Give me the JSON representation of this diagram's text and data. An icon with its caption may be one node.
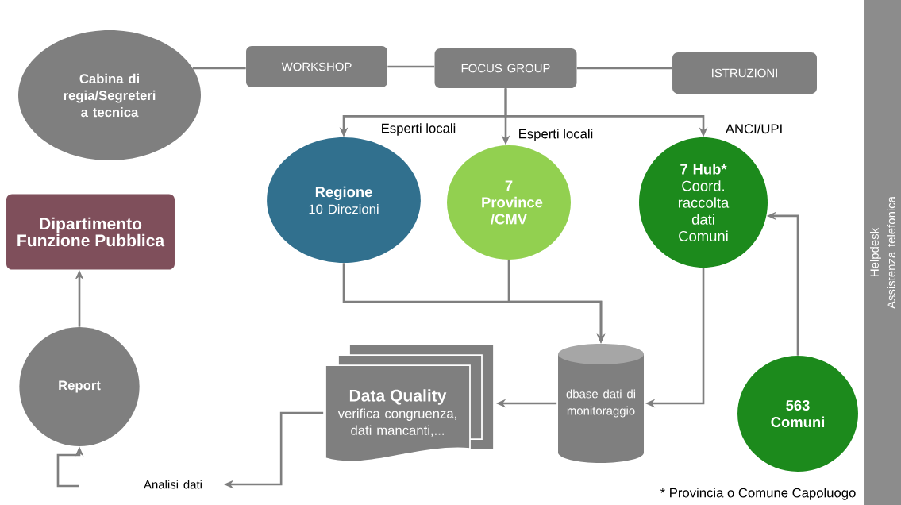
{
  "diagram": {
    "nodes": [
      {
        "text": [
          "Cabina di regia/Segreteri a tecnica"
        ]
      },
      {
        "text": [
          "WORKSHOP"
        ]
      },
      {
        "text": [
          "FOCUS GROUP"
        ]
      },
      {
        "text": [
          "ISTRUZIONI"
        ]
      },
      {
        "text": [
          "Regione",
          "10 Direzioni"
        ]
      },
      {
        "text": [
          "7 Province /CMV"
        ]
      },
      {
        "text": [
          "7 Hub*",
          "Coord. raccolta dati Comuni"
        ]
      },
      {
        "text": [
          "Dipartimento Funzione Pubblica"
        ]
      },
      {
        "text": [
          "Report"
        ]
      },
      {
        "text": [
          "Data Quality",
          "verifica congruenza, dati mancanti,..."
        ]
      },
      {
        "text": [
          "dbase dati di monitoraggio"
        ]
      },
      {
        "text": [
          "563 Comuni"
        ]
      },
      {
        "text": [
          "Helpdesk",
          "Assistenza telefonica"
        ]
      },
      {
        "text": [
          "Analisi dati"
        ]
      }
    ],
    "edges": [
      {
        "from": 0,
        "to": 1,
        "arrow": "none"
      },
      {
        "from": 1,
        "to": 2,
        "arrow": "none"
      },
      {
        "from": 2,
        "to": 3,
        "arrow": "none"
      },
      {
        "from": 2,
        "to": 4,
        "arrow": "to",
        "label": "Esperti locali"
      },
      {
        "from": 2,
        "to": 5,
        "arrow": "to",
        "label": "Esperti locali"
      },
      {
        "from": 2,
        "to": 6,
        "arrow": "to",
        "label": "ANCI/UPI"
      },
      {
        "from": 4,
        "to": 10,
        "arrow": "to"
      },
      {
        "from": 5,
        "to": 10,
        "arrow": "to"
      },
      {
        "from": 6,
        "to": 10,
        "arrow": "to"
      },
      {
        "from": 11,
        "to": 6,
        "arrow": "to"
      },
      {
        "from": 10,
        "to": 9,
        "arrow": "to"
      },
      {
        "from": 9,
        "to": 13,
        "arrow": "to"
      },
      {
        "from": 8,
        "to": 7,
        "arrow": "to"
      },
      {
        "from": null,
        "to": 8,
        "arrow": "to"
      }
    ],
    "labels": [
      "* Provincia o Comune Capoluogo"
    ]
  }
}
